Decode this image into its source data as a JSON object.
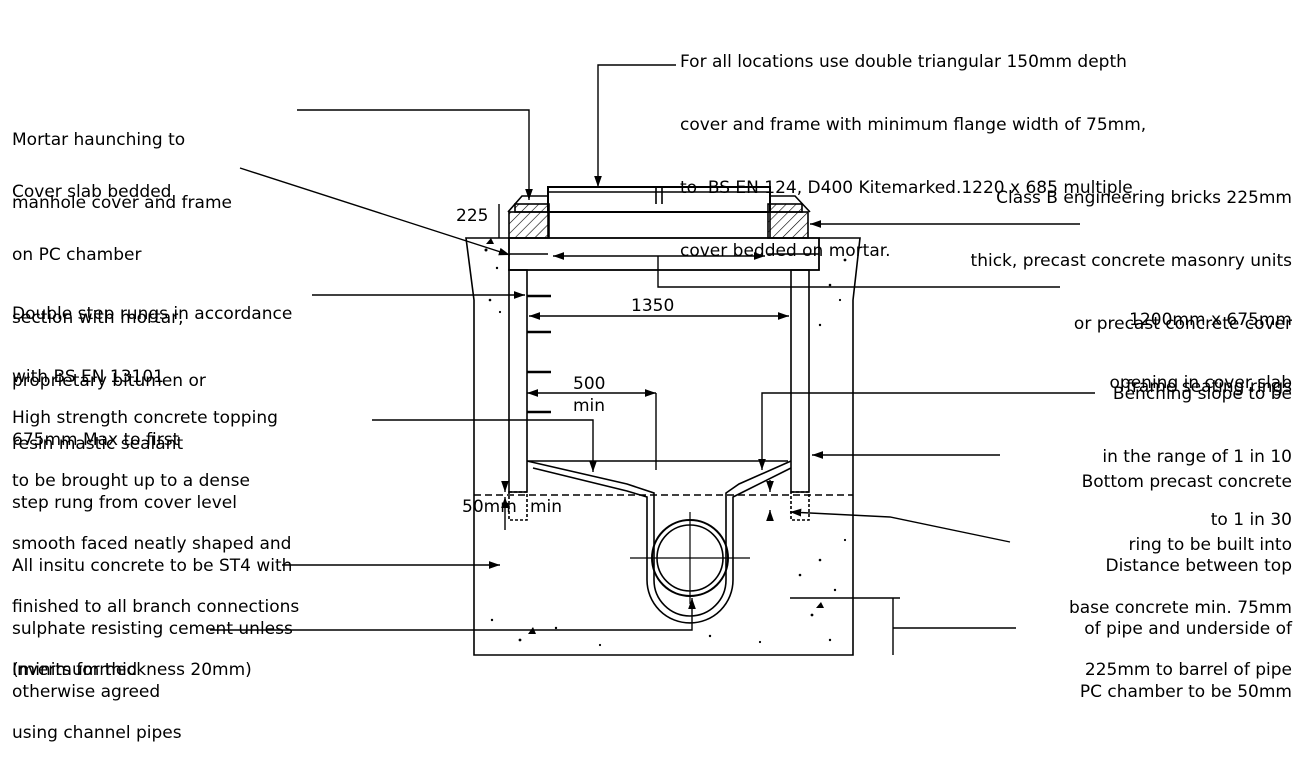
{
  "notes": {
    "top": [
      "For all locations use double triangular 150mm depth",
      "cover and frame with minimum flange width of 75mm,",
      "to  BS EN 124, D400 Kitemarked.1220 x 685 multiple",
      "cover bedded on mortar."
    ],
    "mortar_haunching": [
      "Mortar haunching to",
      "manhole cover and frame"
    ],
    "cover_slab": [
      "Cover slab bedded",
      "on PC chamber",
      "section with mortar,",
      "proprietary bitumen or",
      "resin mastic sealant"
    ],
    "step_rungs": [
      "Double step rungs in accordance",
      "with BS EN 13101",
      "675mm Max to first",
      "step rung from cover level"
    ],
    "topping": [
      "High strength concrete topping",
      "to be brought up to a dense",
      "smooth faced neatly shaped and",
      "finished to all branch connections",
      "(minimum thickness 20mm)"
    ],
    "insitu": [
      "All insitu concrete to be ST4 with",
      "sulphate resisting cement unless",
      "otherwise agreed"
    ],
    "inverts": [
      "Inverts formed",
      "using channel pipes"
    ],
    "class_b": [
      "Class B engineering bricks 225mm",
      "thick, precast concrete masonry units",
      "or precast concrete cover",
      "frame seating rings"
    ],
    "opening": [
      "1200mm x 675mm",
      "opening in cover slab"
    ],
    "benching": [
      "Benching slope to be",
      "in the range of 1 in 10",
      "to 1 in 30"
    ],
    "bottom_ring": [
      "Bottom precast concrete",
      "ring to be built into",
      "base concrete min. 75mm"
    ],
    "distance": [
      "Distance between top",
      "of pipe and underside of",
      "PC chamber to be 50mm"
    ],
    "barrel": [
      "225mm to barrel of pipe"
    ]
  },
  "dimensions": {
    "d225": "225",
    "d1350": "1350",
    "d500": "500",
    "min": "min",
    "d50mm": "50mm",
    "min2": "min"
  }
}
